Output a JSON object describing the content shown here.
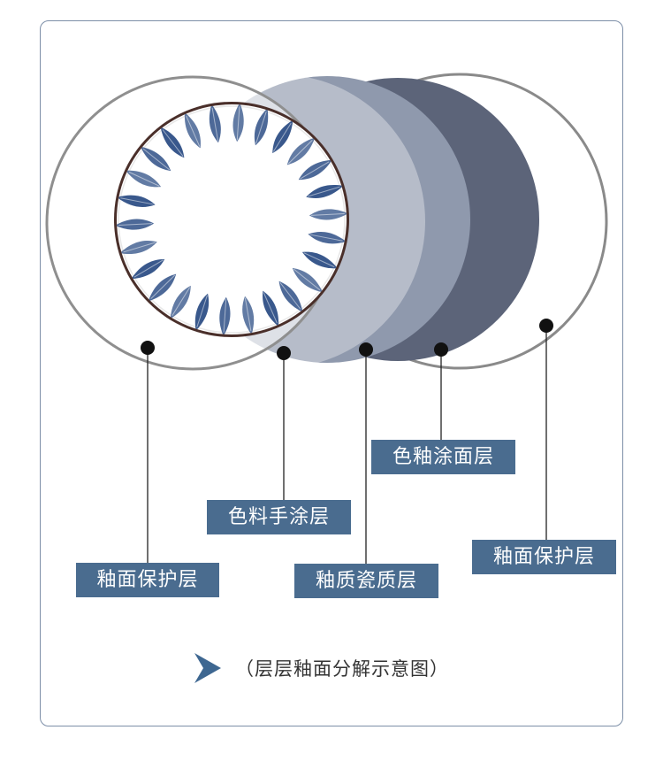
{
  "layers": [
    {
      "id": "outer-protect-left",
      "label": "釉面保护层"
    },
    {
      "id": "color-hand-paint",
      "label": "色料手涂层"
    },
    {
      "id": "glaze-porcelain",
      "label": "釉质瓷质层"
    },
    {
      "id": "color-glaze",
      "label": "色釉涂面层"
    },
    {
      "id": "outer-protect-right",
      "label": "釉面保护层"
    }
  ],
  "caption": "（层层釉面分解示意图）",
  "colors": {
    "frame": "#7d8fa8",
    "label_bg": "#4a6c8f",
    "ring": "#8a8a8a",
    "glaze_mid": "#8f99ad",
    "glaze_dark": "#5c6479",
    "plate_blue": "#2e4f86",
    "arrow": "#3e6791"
  }
}
